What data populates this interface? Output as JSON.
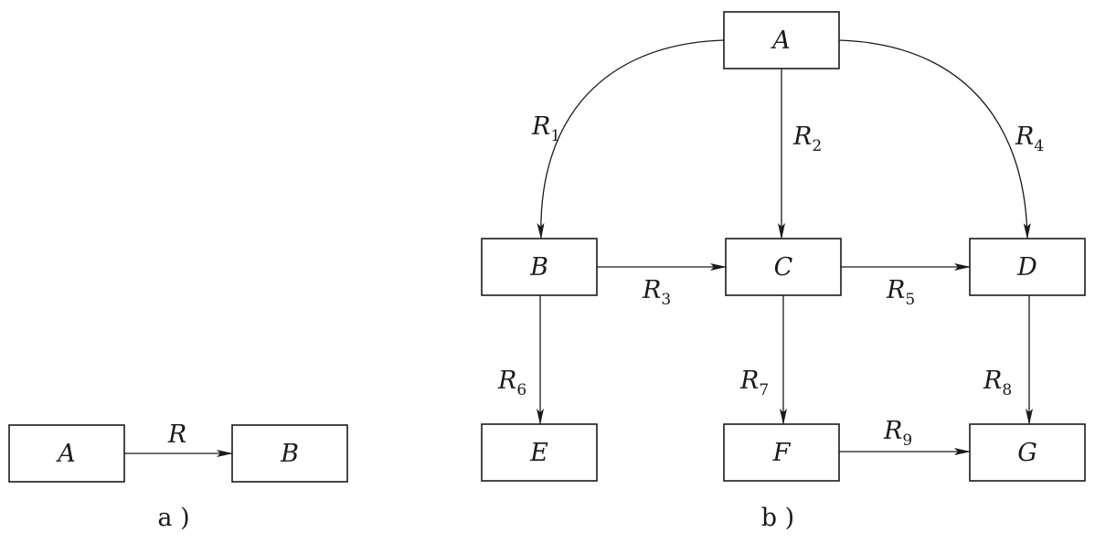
{
  "diagram_a": {
    "nodes": {
      "A": "A",
      "B": "B"
    },
    "edge_label": {
      "main": "R",
      "sub": ""
    },
    "caption": "a )"
  },
  "diagram_b": {
    "nodes": {
      "A": "A",
      "B": "B",
      "C": "C",
      "D": "D",
      "E": "E",
      "F": "F",
      "G": "G"
    },
    "edges": {
      "R1": {
        "main": "R",
        "sub": "1"
      },
      "R2": {
        "main": "R",
        "sub": "2"
      },
      "R3": {
        "main": "R",
        "sub": "3"
      },
      "R4": {
        "main": "R",
        "sub": "4"
      },
      "R5": {
        "main": "R",
        "sub": "5"
      },
      "R6": {
        "main": "R",
        "sub": "6"
      },
      "R7": {
        "main": "R",
        "sub": "7"
      },
      "R8": {
        "main": "R",
        "sub": "8"
      },
      "R9": {
        "main": "R",
        "sub": "9"
      }
    },
    "caption": "b )"
  }
}
